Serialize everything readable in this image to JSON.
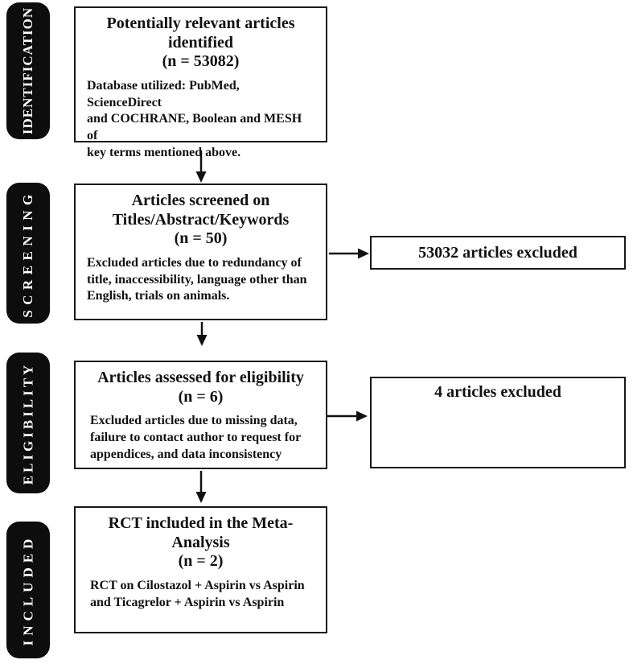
{
  "diagram": {
    "stages": [
      {
        "label": "IDENTIFICATION"
      },
      {
        "label": "SCREENING"
      },
      {
        "label": "ELIGIBILITY"
      },
      {
        "label": "INCLUDED"
      }
    ],
    "nodes": {
      "identification": {
        "title": [
          "Potentially relevant articles",
          "identified",
          "(n = 53082)"
        ],
        "body": [
          "Database utilized: PubMed, ScienceDirect",
          "and COCHRANE, Boolean and MESH of",
          "key terms mentioned above."
        ]
      },
      "screening": {
        "title": [
          "Articles screened on",
          "Titles/Abstract/Keywords",
          "(n = 50)"
        ],
        "body": [
          "Excluded articles due to redundancy of",
          "title, inaccessibility, language other than",
          "English, trials on animals."
        ]
      },
      "screening_excluded": {
        "label": "53032 articles excluded"
      },
      "eligibility": {
        "title": [
          "Articles assessed for eligibility",
          "(n = 6)"
        ],
        "body": [
          "Excluded articles due to missing data,",
          "failure to contact author to request for",
          "appendices, and data inconsistency"
        ]
      },
      "eligibility_excluded": {
        "label": "4 articles excluded"
      },
      "included": {
        "title": [
          "RCT included in the Meta-",
          "Analysis",
          "(n = 2)"
        ],
        "body": [
          "RCT on Cilostazol + Aspirin vs Aspirin",
          "and Ticagrelor + Aspirin vs Aspirin"
        ]
      }
    },
    "colors": {
      "stage_bg": "#0d0d0d",
      "stage_text": "#ffffff",
      "box_border": "#1a1a1a",
      "text": "#111111",
      "background": "#ffffff"
    }
  }
}
